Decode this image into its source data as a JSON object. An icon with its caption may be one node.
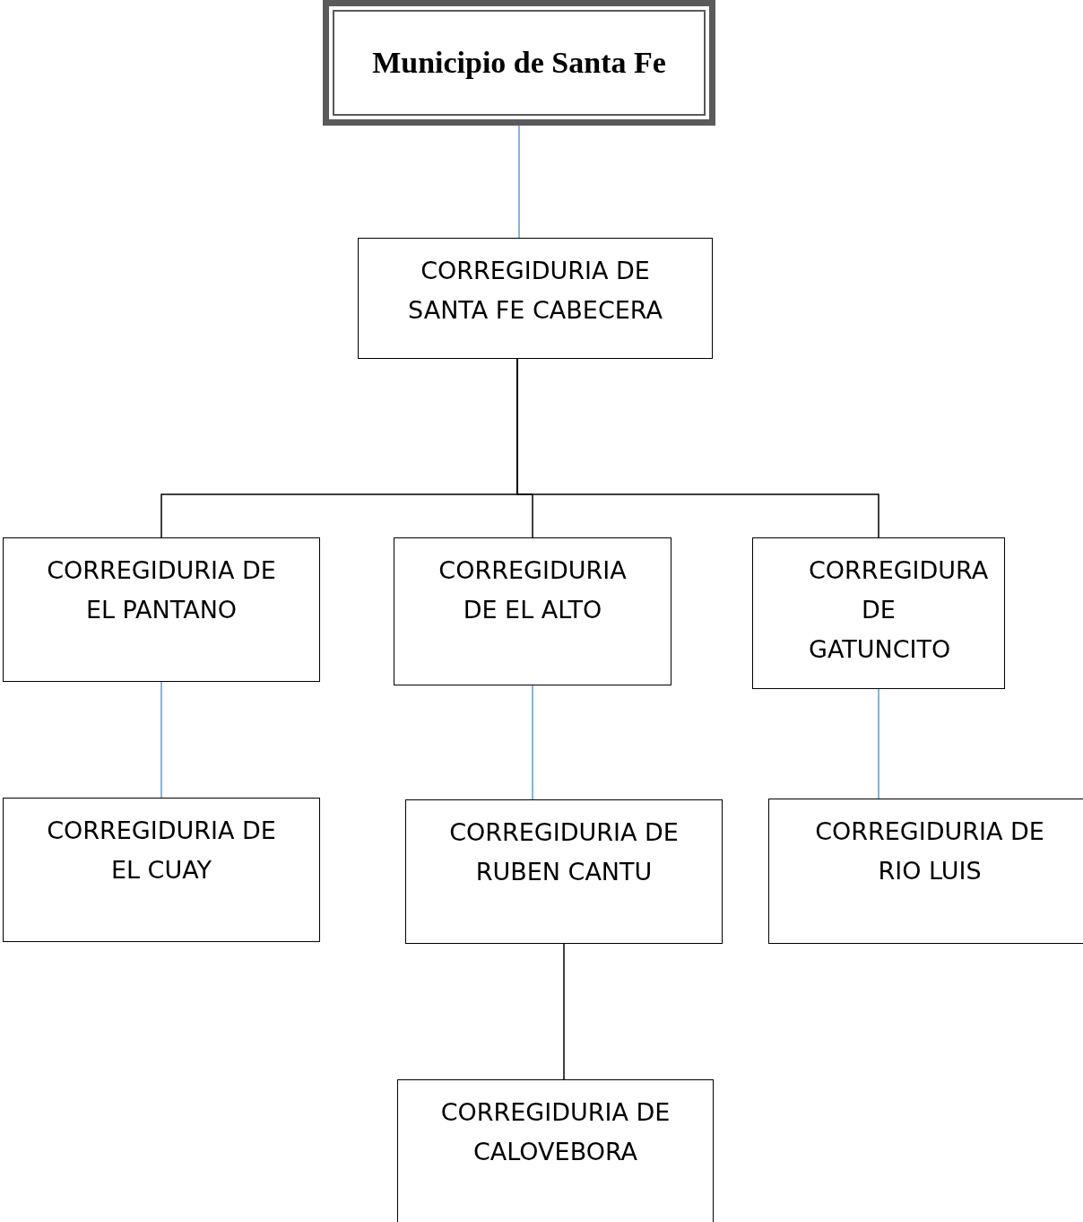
{
  "diagram": {
    "nodes": [
      {
        "text": [
          "Municipio de Santa Fe"
        ]
      },
      {
        "text": [
          "CORREGIDURIA DE SANTA FE CABECERA"
        ]
      },
      {
        "text": [
          "CORREGIDURIA DE EL PANTANO"
        ]
      },
      {
        "text": [
          "CORREGIDURIA DE EL ALTO"
        ]
      },
      {
        "text": [
          "CORREGIDURA DE GATUNCITO"
        ]
      },
      {
        "text": [
          "CORREGIDURIA DE EL CUAY"
        ]
      },
      {
        "text": [
          "CORREGIDURIA DE RUBEN CANTU"
        ]
      },
      {
        "text": [
          "CORREGIDURIA DE RIO LUIS"
        ]
      },
      {
        "text": [
          "CORREGIDURIA DE CALOVEBORA"
        ]
      }
    ],
    "edges": [
      {
        "from": 0,
        "to": 1,
        "arrow": "none",
        "color": "#5b9bd5"
      },
      {
        "from": 1,
        "to": 2,
        "arrow": "none",
        "color": "#000000"
      },
      {
        "from": 1,
        "to": 3,
        "arrow": "none",
        "color": "#000000"
      },
      {
        "from": 1,
        "to": 4,
        "arrow": "none",
        "color": "#000000"
      },
      {
        "from": 2,
        "to": 5,
        "arrow": "none",
        "color": "#5b9bd5"
      },
      {
        "from": 3,
        "to": 6,
        "arrow": "none",
        "color": "#5b9bd5"
      },
      {
        "from": 4,
        "to": 7,
        "arrow": "none",
        "color": "#5b9bd5"
      },
      {
        "from": 6,
        "to": 8,
        "arrow": "none",
        "color": "#000000"
      }
    ]
  }
}
